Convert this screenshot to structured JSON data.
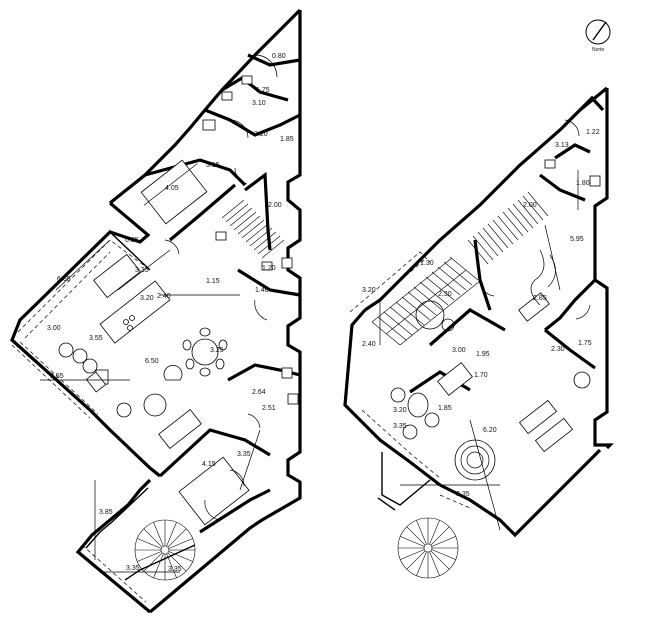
{
  "compass": {
    "label": "Norte"
  },
  "left_plan": {
    "dimensions": [
      "0.80",
      "1.75",
      "3.10",
      "3.20",
      "1.85",
      "3.15",
      "4.05",
      "2.00",
      "0.85",
      "3.35",
      "6.65",
      "1.20",
      "1.15",
      "1.40",
      "3.20",
      "2.40",
      "3.00",
      "3.55",
      "3.55",
      "3.25",
      "6.50",
      "2.64",
      "2.51",
      "4.15",
      "3.35",
      "3.85",
      "3.35",
      "3.35"
    ]
  },
  "right_plan": {
    "dimensions": [
      "1.22",
      "3.13",
      "1.80",
      "2.00",
      "5.95",
      "1.30",
      "3.20",
      "2.30",
      "2.85",
      "2.40",
      "3.00",
      "1.95",
      "2.30",
      "1.75",
      "1.70",
      "3.20",
      "1.85",
      "3.35",
      "6.20",
      "3.35"
    ]
  }
}
